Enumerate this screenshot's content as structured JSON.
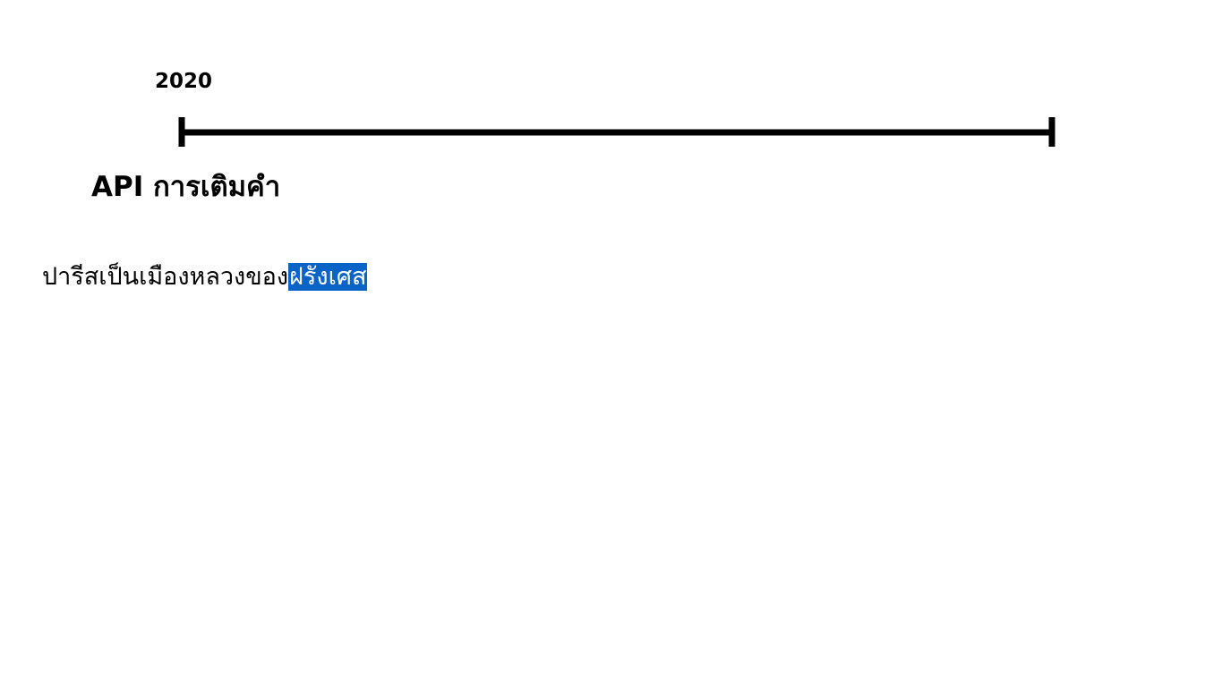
{
  "timeline": {
    "year": "2020",
    "milestone": "API การเติมคำ"
  },
  "example": {
    "prompt": "ปารีสเป็นเมืองหลวงของ",
    "completion": "ฝรั่งเศส"
  },
  "colors": {
    "line": "#000000",
    "highlight": "#0a64c8",
    "highlight_text": "#ffffff"
  }
}
